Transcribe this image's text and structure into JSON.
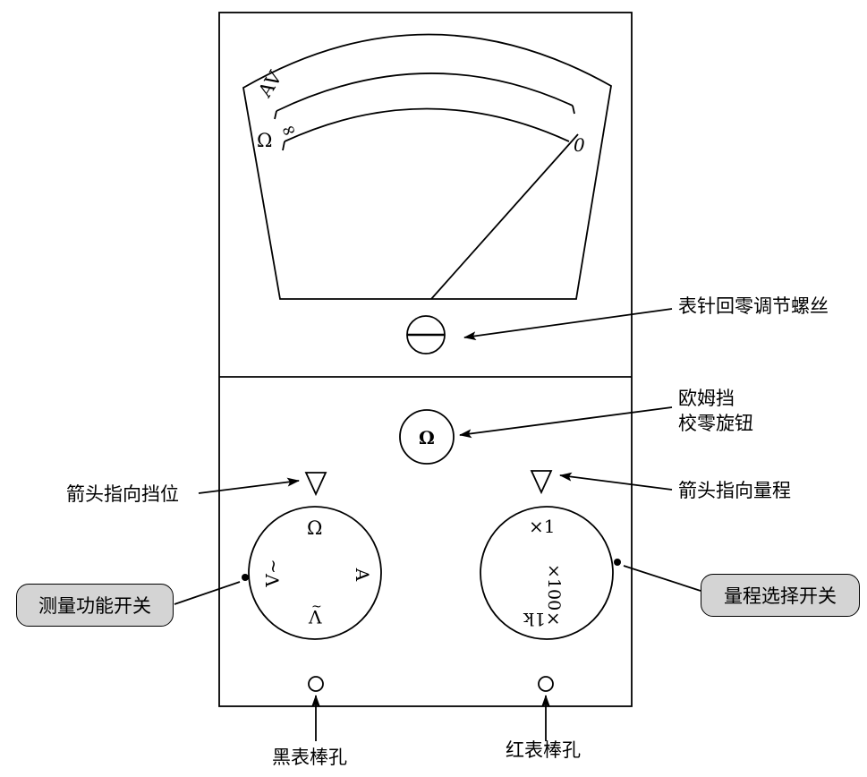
{
  "meter_scale": {
    "av_label": "AV",
    "ohm_label": "Ω",
    "infinity_mark": "∞",
    "zero_mark": "0"
  },
  "zero_screw": {
    "label": "表针回零调节螺丝"
  },
  "ohm_zero_knob": {
    "symbol": "Ω",
    "label_line1": "欧姆挡",
    "label_line2": "校零旋钮"
  },
  "function_switch": {
    "arrow_label": "箭头指向挡位",
    "callout": "测量功能开关",
    "positions": {
      "top": "Ω",
      "left": "V~",
      "right": "A",
      "bottom": "V"
    }
  },
  "range_switch": {
    "arrow_label": "箭头指向量程",
    "callout": "量程选择开关",
    "positions": {
      "top": "×1",
      "right": "×100",
      "bottom": "×1k"
    }
  },
  "jacks": {
    "black": "黑表棒孔",
    "red": "红表棒孔"
  }
}
